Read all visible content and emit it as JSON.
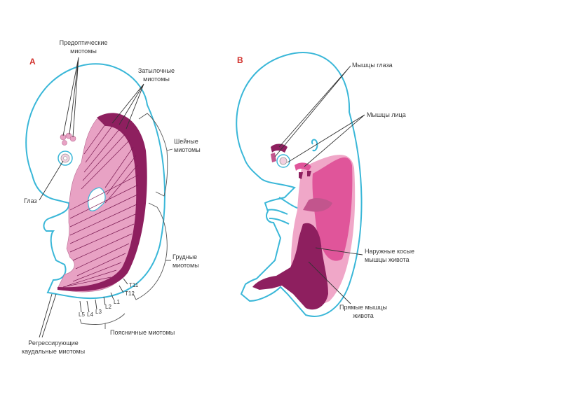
{
  "panels": {
    "a": "A",
    "b": "B"
  },
  "labels_a": {
    "preoptic": [
      "Предоптические",
      "миотомы"
    ],
    "occipital": [
      "Затылочные",
      "миотомы"
    ],
    "cervical": [
      "Шейные",
      "миотомы"
    ],
    "eye": "Глаз",
    "thoracic": [
      "Грудные",
      "миотомы"
    ],
    "lumbar": "Поясничные миотомы",
    "caudal": [
      "Регрессирующие",
      "каудальные миотомы"
    ]
  },
  "segments": {
    "t11": "T11",
    "t12": "T12",
    "l1": "L1",
    "l2": "L2",
    "l3": "L3",
    "l4": "L4",
    "l5": "L5"
  },
  "labels_b": {
    "eye_muscles": "Мышцы глаза",
    "face_muscles": "Мышцы лица",
    "external_oblique": [
      "Наружные косые",
      "мышцы живота"
    ],
    "rectus": [
      "Прямые мышцы",
      "живота"
    ]
  },
  "colors": {
    "outline": "#3ab7d8",
    "dark_magenta": "#8e1f5f",
    "mid_magenta": "#c2558d",
    "light_pink": "#e8a2c4",
    "bright_pink": "#e0559a",
    "panel_letter": "#d2322d"
  }
}
